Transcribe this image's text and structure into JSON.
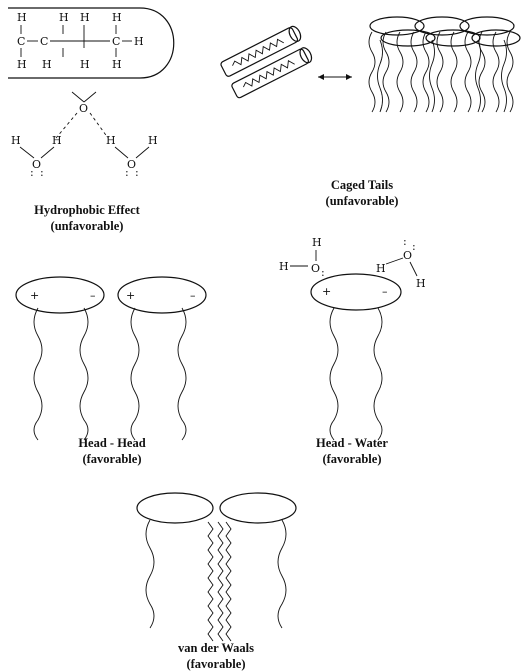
{
  "atoms": {
    "hydrogen": "H",
    "carbon": "C",
    "oxygen": "O"
  },
  "charges": {
    "positive": "+",
    "negative": "–"
  },
  "lone_pair": ":",
  "panels": {
    "hydrophobic": {
      "title": "Hydrophobic Effect",
      "note": "(unfavorable)"
    },
    "caged_tails": {
      "title": "Caged Tails",
      "note": "(unfavorable)"
    },
    "head_head": {
      "title": "Head - Head",
      "note": "(favorable)"
    },
    "head_water": {
      "title": "Head - Water",
      "note": "(favorable)"
    },
    "van_der_waals": {
      "title": "van der Waals",
      "note": "(favorable)"
    }
  }
}
